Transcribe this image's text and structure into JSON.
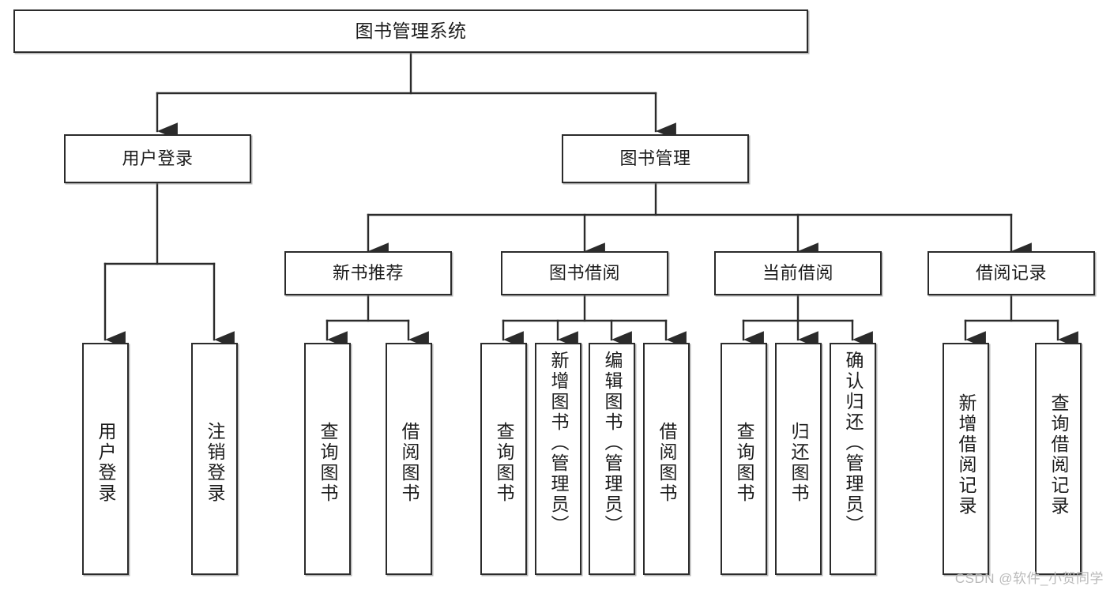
{
  "diagram": {
    "title": "图书管理系统",
    "type": "functional-structure-tree",
    "watermark": "CSDN @软件_小贺同学",
    "colors": {
      "stroke": "#2b2b2b",
      "fill": "#ffffff",
      "text": "#1c1c1c",
      "watermark": "#b9b9b9",
      "background": "#ffffff"
    },
    "levels": {
      "root": "图书管理系统",
      "level1": [
        "用户登录",
        "图书管理"
      ],
      "level2": [
        "新书推荐",
        "图书借阅",
        "当前借阅",
        "借阅记录"
      ]
    },
    "nodes": {
      "root": {
        "label": "图书管理系统"
      },
      "user_login": {
        "label": "用户登录"
      },
      "book_manage": {
        "label": "图书管理"
      },
      "new_book_rec": {
        "label": "新书推荐"
      },
      "book_borrow": {
        "label": "图书借阅"
      },
      "current_borrow": {
        "label": "当前借阅"
      },
      "borrow_record": {
        "label": "借阅记录"
      },
      "leaf_user_login": {
        "label": "用户登录"
      },
      "leaf_logout": {
        "label": "注销登录"
      },
      "leaf_query_book_1": {
        "label": "查询图书"
      },
      "leaf_borrow_book_1": {
        "label": "借阅图书"
      },
      "leaf_query_book_2": {
        "label": "查询图书"
      },
      "leaf_add_book_admin": {
        "label": "新增图书（管理员）"
      },
      "leaf_edit_book_admin": {
        "label": "编辑图书（管理员）"
      },
      "leaf_borrow_book_2": {
        "label": "借阅图书"
      },
      "leaf_query_book_3": {
        "label": "查询图书"
      },
      "leaf_return_book": {
        "label": "归还图书"
      },
      "leaf_confirm_return_admin": {
        "label": "确认归还（管理员）"
      },
      "leaf_add_record": {
        "label": "新增借阅记录"
      },
      "leaf_query_record": {
        "label": "查询借阅记录"
      }
    },
    "edges": [
      {
        "from": "root",
        "to": "user_login"
      },
      {
        "from": "root",
        "to": "book_manage"
      },
      {
        "from": "user_login",
        "to": "leaf_user_login"
      },
      {
        "from": "user_login",
        "to": "leaf_logout"
      },
      {
        "from": "book_manage",
        "to": "new_book_rec"
      },
      {
        "from": "book_manage",
        "to": "book_borrow"
      },
      {
        "from": "book_manage",
        "to": "current_borrow"
      },
      {
        "from": "book_manage",
        "to": "borrow_record"
      },
      {
        "from": "new_book_rec",
        "to": "leaf_query_book_1"
      },
      {
        "from": "new_book_rec",
        "to": "leaf_borrow_book_1"
      },
      {
        "from": "book_borrow",
        "to": "leaf_query_book_2"
      },
      {
        "from": "book_borrow",
        "to": "leaf_add_book_admin"
      },
      {
        "from": "book_borrow",
        "to": "leaf_edit_book_admin"
      },
      {
        "from": "book_borrow",
        "to": "leaf_borrow_book_2"
      },
      {
        "from": "current_borrow",
        "to": "leaf_query_book_3"
      },
      {
        "from": "current_borrow",
        "to": "leaf_return_book"
      },
      {
        "from": "current_borrow",
        "to": "leaf_confirm_return_admin"
      },
      {
        "from": "borrow_record",
        "to": "leaf_add_record"
      },
      {
        "from": "borrow_record",
        "to": "leaf_query_record"
      }
    ]
  }
}
